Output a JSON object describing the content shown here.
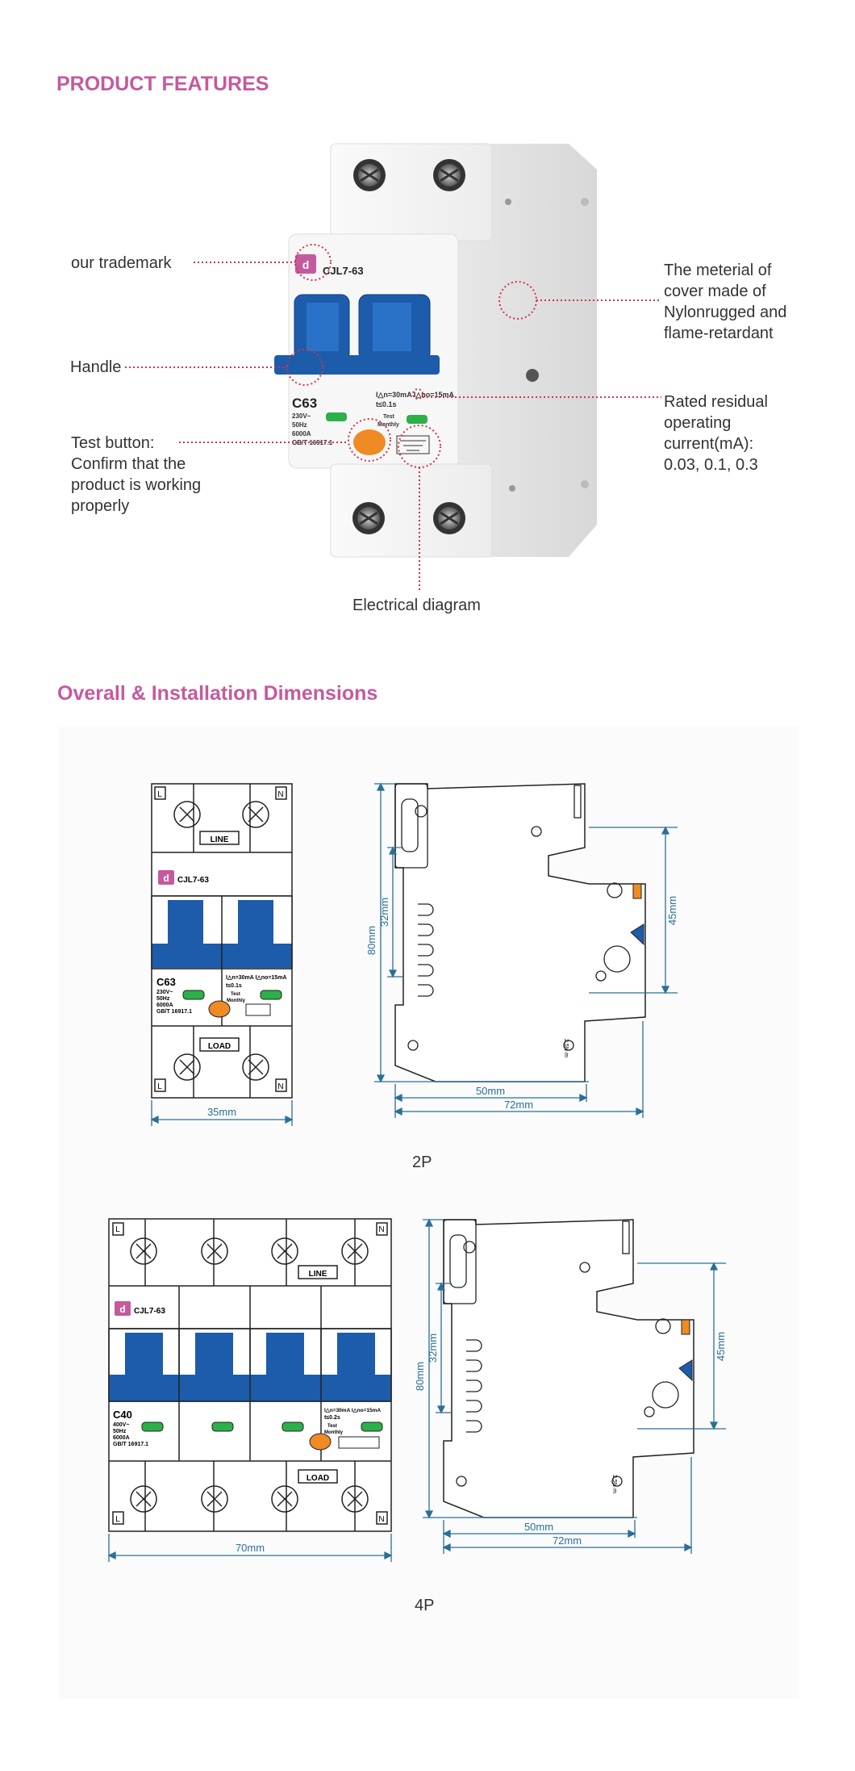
{
  "section1": {
    "title": "PRODUCT FEATURES",
    "callouts": {
      "trademark": "our trademark",
      "handle": "Handle",
      "test_button": [
        "Test button:",
        "Confirm that the",
        "product is working",
        "properly"
      ],
      "cover_material": [
        "The meterial of",
        "cover made of",
        "Nylonrugged and",
        "flame-retardant"
      ],
      "residual_current": [
        "Rated residual",
        "operating",
        "current(mA):",
        "0.03, 0.1, 0.3"
      ],
      "electrical_diagram": "Electrical diagram"
    },
    "product": {
      "model": "CJL7-63",
      "rating": "C63",
      "specs": [
        "230V~",
        "50Hz",
        "6000A",
        "GB/T 16917.1"
      ],
      "residual": "I△n=30mA I△no=15mA",
      "time": "t≤0.1s",
      "test": "Test",
      "monthly": "Monthly"
    }
  },
  "section2": {
    "title": "Overall & Installation Dimensions",
    "drawing_2p": {
      "caption": "2P",
      "model": "CJL7-63",
      "rating": "C63",
      "specs": [
        "230V~",
        "50Hz",
        "6000A",
        "GB/T 16917.1"
      ],
      "residual": "I△n=30mA I△no=15mA",
      "time": "t≤0.1s",
      "test": "Test",
      "monthly": "Monthly",
      "line": "LINE",
      "load": "LOAD",
      "terminal_l": "L",
      "terminal_n": "N",
      "width": "35mm",
      "height": "80mm",
      "inner": "32mm",
      "right": "45mm",
      "depth1": "50mm",
      "depth2": "72mm",
      "torque": "2.5N·m"
    },
    "drawing_4p": {
      "caption": "4P",
      "model": "CJL7-63",
      "rating": "C40",
      "specs": [
        "400V~",
        "50Hz",
        "6000A",
        "GB/T 16917.1"
      ],
      "residual": "I△n=30mA I△no=15mA",
      "time": "t≤0.2s",
      "test": "Test",
      "monthly": "Monthly",
      "line": "LINE",
      "load": "LOAD",
      "terminal_l": "L",
      "terminal_n": "N",
      "width": "70mm",
      "height": "80mm",
      "inner": "32mm",
      "right": "45mm",
      "depth1": "50mm",
      "depth2": "72mm",
      "torque": "2.5N·m"
    }
  },
  "colors": {
    "heading": "#c45a9e",
    "dimension": "#2a6f97",
    "handle_blue": "#1c5cab",
    "test_orange": "#f08a24",
    "indicator_green": "#2bb04a",
    "callout": "#d0334a"
  }
}
